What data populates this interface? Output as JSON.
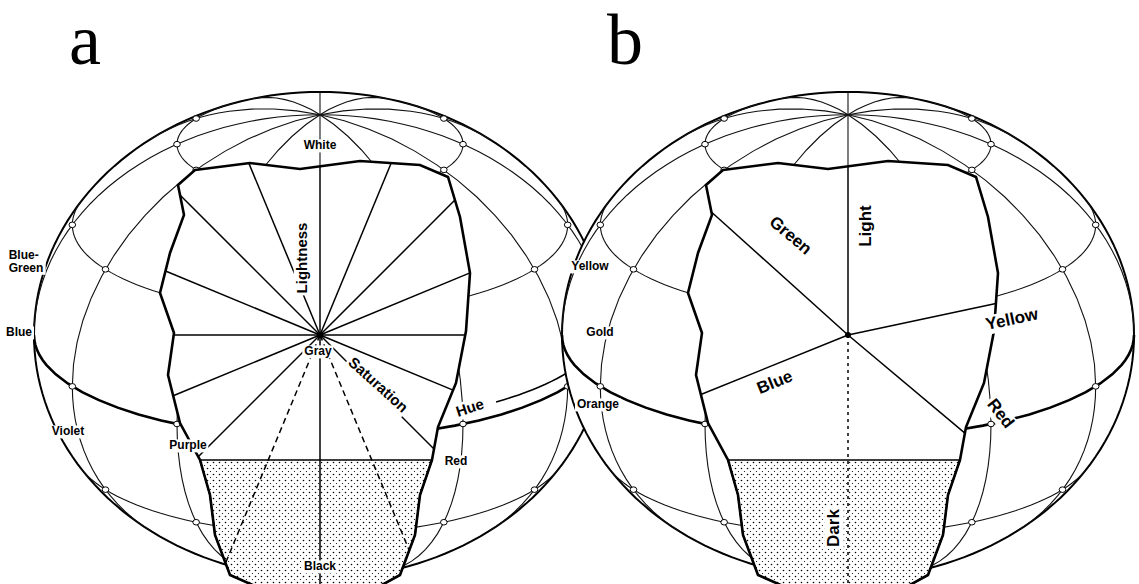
{
  "diagram": {
    "labels": [
      "a",
      "White",
      "Lightness",
      "Blue-Green",
      "Yellow",
      "Blue",
      "Gold",
      "Gray",
      "Saturation",
      "Hue",
      "Violet",
      "Orange",
      "Purple",
      "Red",
      "Black",
      "b",
      "Light",
      "Green",
      "Yellow",
      "Blue",
      "Red",
      "Dark"
    ]
  }
}
